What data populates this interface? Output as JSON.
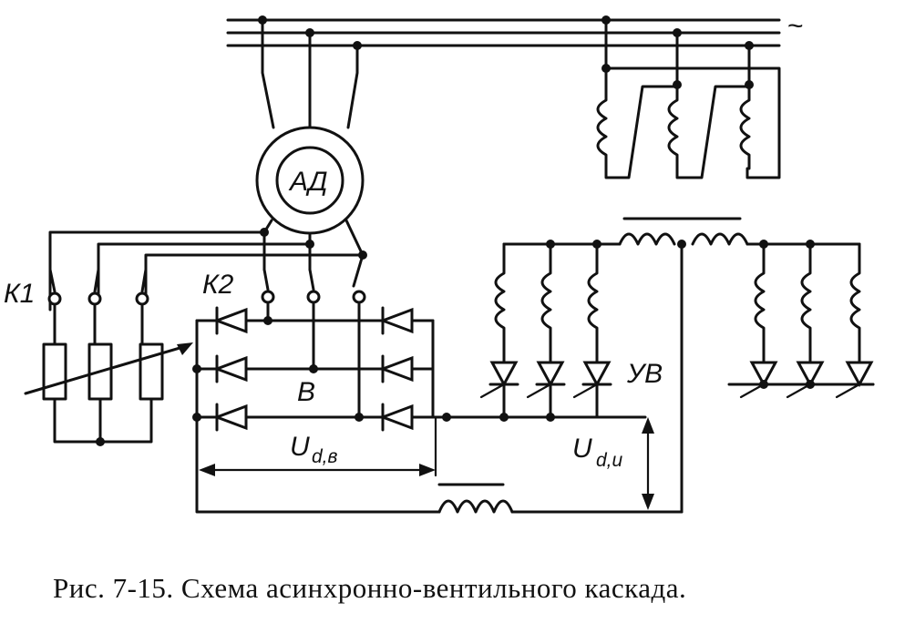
{
  "labels": {
    "ac_symbol": "~",
    "motor": "АД",
    "k1": "К1",
    "k2": "К2",
    "rectifier": "В",
    "inverter": "УВ",
    "ud_letter": "U",
    "udv_sub": "d,в",
    "udi_sub": "d,и"
  },
  "caption": "Рис. 7-15. Схема асинхронно-вентильного каскада."
}
